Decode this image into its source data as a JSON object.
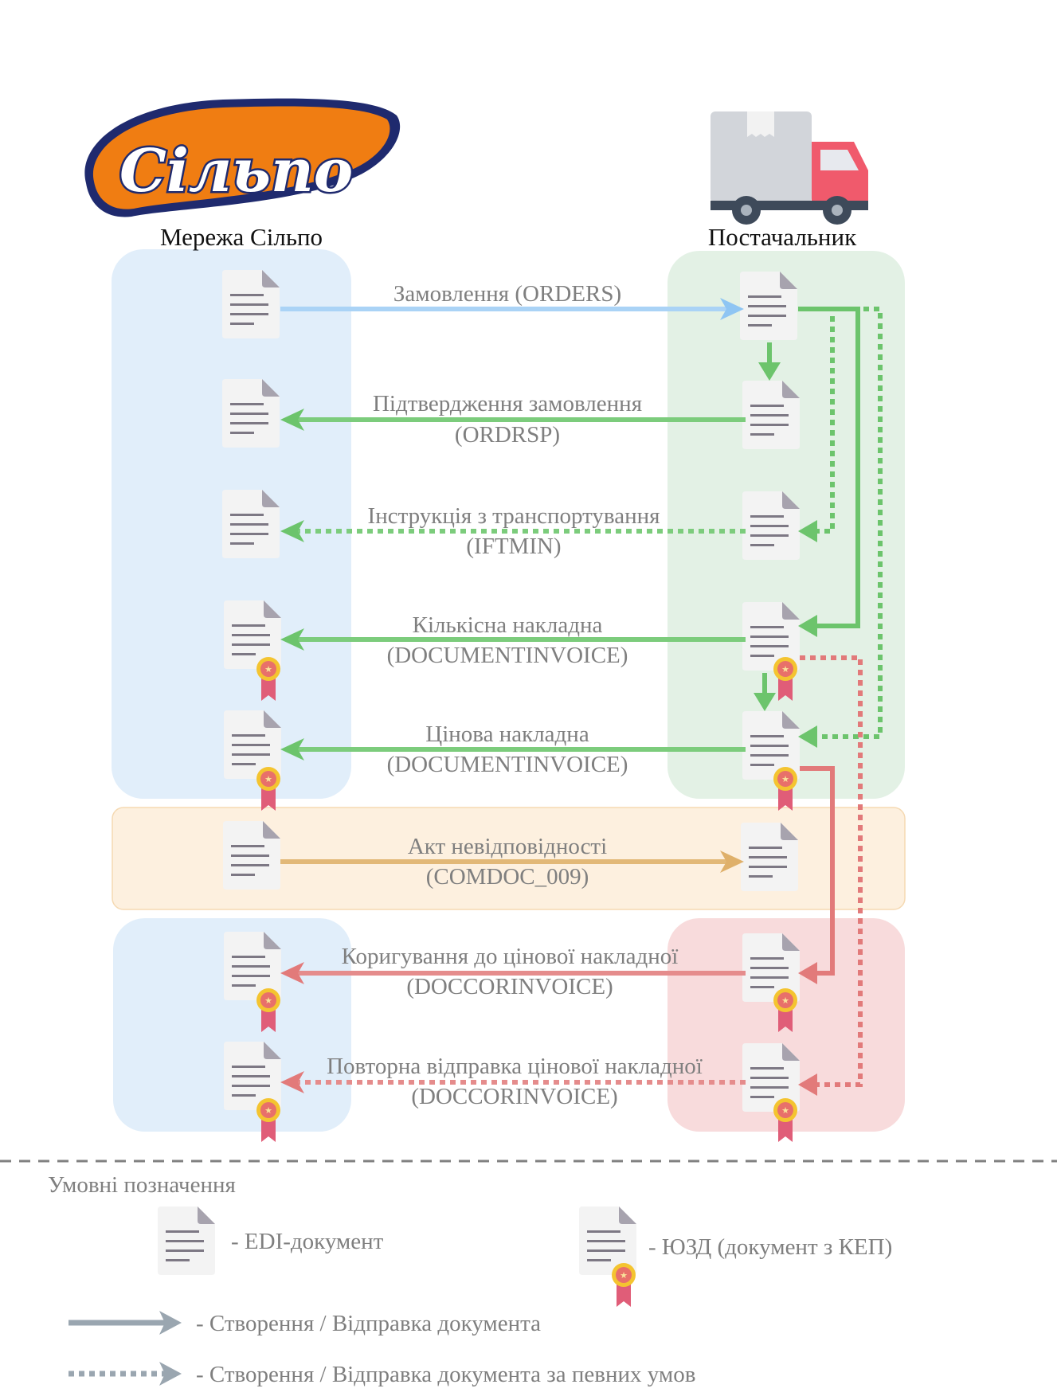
{
  "logo": {
    "text": "Сільпо"
  },
  "parties": {
    "left": "Мережа Сільпо",
    "right": "Постачальник"
  },
  "flows": [
    {
      "line1": "Замовлення (ORDERS)",
      "line2": ""
    },
    {
      "line1": "Підтвердження замовлення",
      "line2": "(ORDRSP)"
    },
    {
      "line1": "Інструкція з транспортування",
      "line2": "(IFTMIN)"
    },
    {
      "line1": "Кількісна накладна",
      "line2": "(DOCUMENTINVOICE)"
    },
    {
      "line1": "Цінова накладна",
      "line2": "(DOCUMENTINVOICE)"
    },
    {
      "line1": "Акт невідповідності",
      "line2": "(COMDOC_009)"
    },
    {
      "line1": "Коригування до цінової накладної",
      "line2": "(DOCCORINVOICE)"
    },
    {
      "line1": "Повторна відправка цінової накладної",
      "line2": "(DOCCORINVOICE)"
    }
  ],
  "legend": {
    "title": "Умовні позначення",
    "edi": "-  EDI-документ",
    "signed": "-  ЮЗД (документ з КЕП)",
    "solid": "-  Створення / Відправка документа",
    "dotted": "-  Створення / Відправка документа за певних умов"
  },
  "colors": {
    "blue": "#8ec5f3",
    "green": "#6cc46c",
    "orange": "#dfb06a",
    "red": "#e27a7a",
    "legend_arrow": "#9aa6b0"
  }
}
